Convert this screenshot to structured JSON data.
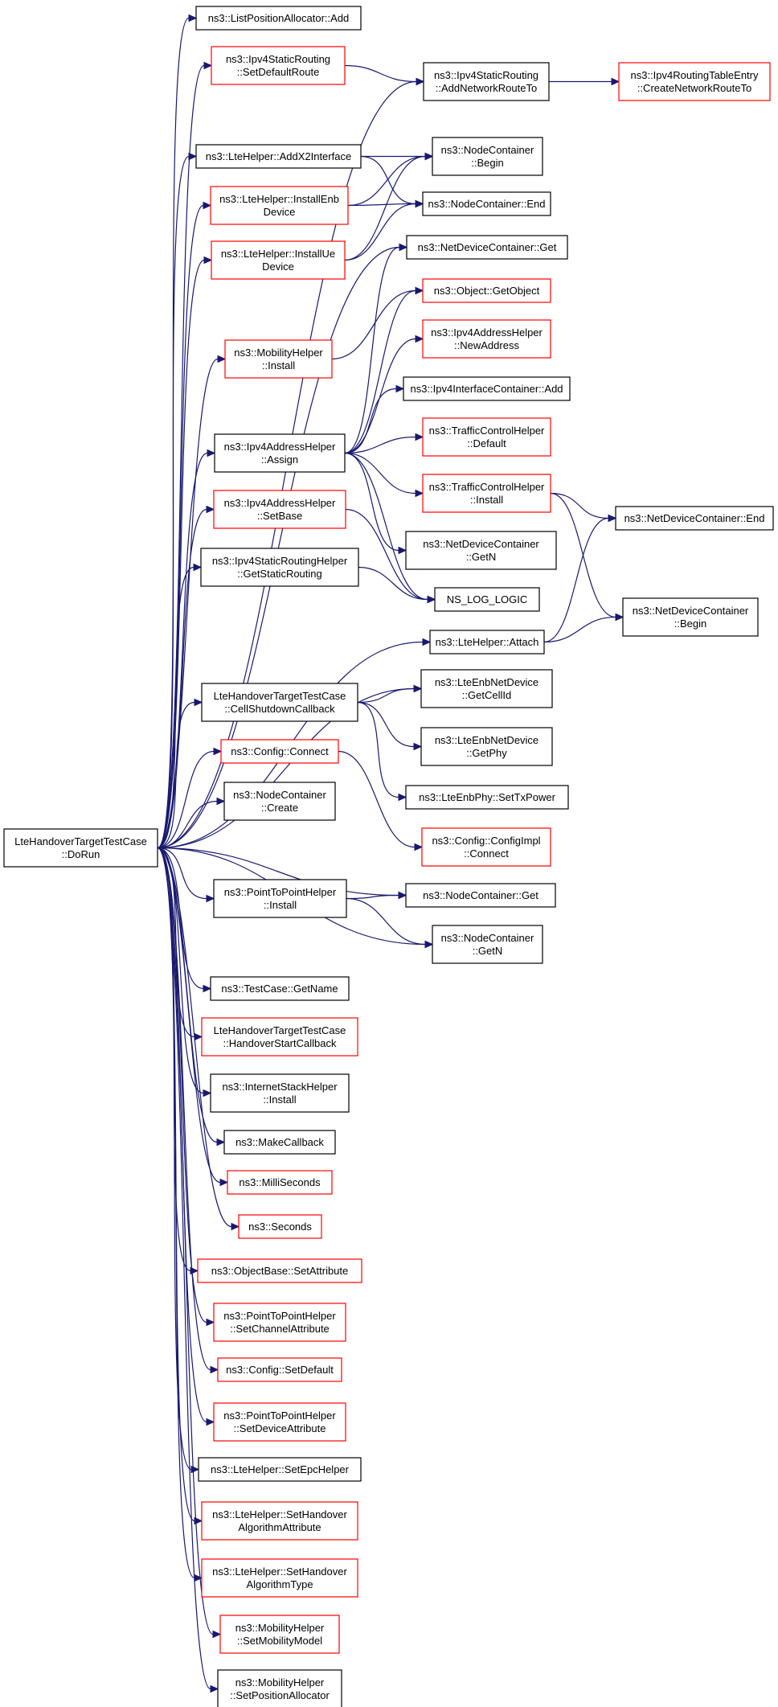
{
  "colors": {
    "edge": "#191970",
    "border_default": "#000000",
    "border_linked": "#ff0000",
    "root_fill": "#bfbfbf"
  },
  "nodes": [
    {
      "id": "root",
      "lines": [
        "LteHandoverTargetTestCase",
        "::DoRun"
      ],
      "style": "root"
    },
    {
      "id": "n1",
      "lines": [
        "ns3::ListPositionAllocator::Add"
      ],
      "style": "default"
    },
    {
      "id": "n2",
      "lines": [
        "ns3::Ipv4StaticRouting",
        "::SetDefaultRoute"
      ],
      "style": "linked"
    },
    {
      "id": "n3",
      "lines": [
        "ns3::Ipv4StaticRouting",
        "::AddNetworkRouteTo"
      ],
      "style": "default"
    },
    {
      "id": "n4",
      "lines": [
        "ns3::Ipv4RoutingTableEntry",
        "::CreateNetworkRouteTo"
      ],
      "style": "linked"
    },
    {
      "id": "n5",
      "lines": [
        "ns3::LteHelper::AddX2Interface"
      ],
      "style": "default"
    },
    {
      "id": "n6",
      "lines": [
        "ns3::NodeContainer",
        "::Begin"
      ],
      "style": "default"
    },
    {
      "id": "n7",
      "lines": [
        "ns3::LteHelper::InstallEnb",
        "Device"
      ],
      "style": "linked"
    },
    {
      "id": "n8",
      "lines": [
        "ns3::NodeContainer::End"
      ],
      "style": "default"
    },
    {
      "id": "n9",
      "lines": [
        "ns3::LteHelper::InstallUe",
        "Device"
      ],
      "style": "linked"
    },
    {
      "id": "n10",
      "lines": [
        "ns3::NetDeviceContainer::Get"
      ],
      "style": "default"
    },
    {
      "id": "n11",
      "lines": [
        "ns3::Object::GetObject"
      ],
      "style": "linked"
    },
    {
      "id": "n12",
      "lines": [
        "ns3::MobilityHelper",
        "::Install"
      ],
      "style": "linked"
    },
    {
      "id": "n13",
      "lines": [
        "ns3::Ipv4AddressHelper",
        "::NewAddress"
      ],
      "style": "linked"
    },
    {
      "id": "n14",
      "lines": [
        "ns3::Ipv4InterfaceContainer::Add"
      ],
      "style": "default"
    },
    {
      "id": "n15",
      "lines": [
        "ns3::Ipv4AddressHelper",
        "::Assign"
      ],
      "style": "default"
    },
    {
      "id": "n16",
      "lines": [
        "ns3::TrafficControlHelper",
        "::Default"
      ],
      "style": "linked"
    },
    {
      "id": "n17",
      "lines": [
        "ns3::TrafficControlHelper",
        "::Install"
      ],
      "style": "linked"
    },
    {
      "id": "n18",
      "lines": [
        "ns3::NetDeviceContainer::End"
      ],
      "style": "default"
    },
    {
      "id": "n19",
      "lines": [
        "ns3::Ipv4AddressHelper",
        "::SetBase"
      ],
      "style": "linked"
    },
    {
      "id": "n20",
      "lines": [
        "ns3::NetDeviceContainer",
        "::GetN"
      ],
      "style": "default"
    },
    {
      "id": "n21",
      "lines": [
        "ns3::Ipv4StaticRoutingHelper",
        "::GetStaticRouting"
      ],
      "style": "default"
    },
    {
      "id": "n22",
      "lines": [
        "NS_LOG_LOGIC"
      ],
      "style": "default"
    },
    {
      "id": "n23",
      "lines": [
        "ns3::NetDeviceContainer",
        "::Begin"
      ],
      "style": "default"
    },
    {
      "id": "n24",
      "lines": [
        "ns3::LteHelper::Attach"
      ],
      "style": "default"
    },
    {
      "id": "n25",
      "lines": [
        "LteHandoverTargetTestCase",
        "::CellShutdownCallback"
      ],
      "style": "default"
    },
    {
      "id": "n26",
      "lines": [
        "ns3::LteEnbNetDevice",
        "::GetCellId"
      ],
      "style": "default"
    },
    {
      "id": "n27",
      "lines": [
        "ns3::Config::Connect"
      ],
      "style": "linked"
    },
    {
      "id": "n28",
      "lines": [
        "ns3::LteEnbNetDevice",
        "::GetPhy"
      ],
      "style": "default"
    },
    {
      "id": "n29",
      "lines": [
        "ns3::LteEnbPhy::SetTxPower"
      ],
      "style": "default"
    },
    {
      "id": "n30",
      "lines": [
        "ns3::NodeContainer",
        "::Create"
      ],
      "style": "default"
    },
    {
      "id": "n31",
      "lines": [
        "ns3::Config::ConfigImpl",
        "::Connect"
      ],
      "style": "linked"
    },
    {
      "id": "n32",
      "lines": [
        "ns3::PointToPointHelper",
        "::Install"
      ],
      "style": "default"
    },
    {
      "id": "n33",
      "lines": [
        "ns3::NodeContainer::Get"
      ],
      "style": "default"
    },
    {
      "id": "n34",
      "lines": [
        "ns3::NodeContainer",
        "::GetN"
      ],
      "style": "default"
    },
    {
      "id": "n35",
      "lines": [
        "ns3::TestCase::GetName"
      ],
      "style": "default"
    },
    {
      "id": "n36",
      "lines": [
        "LteHandoverTargetTestCase",
        "::HandoverStartCallback"
      ],
      "style": "linked"
    },
    {
      "id": "n37",
      "lines": [
        "ns3::InternetStackHelper",
        "::Install"
      ],
      "style": "default"
    },
    {
      "id": "n38",
      "lines": [
        "ns3::MakeCallback"
      ],
      "style": "default"
    },
    {
      "id": "n39",
      "lines": [
        "ns3::MilliSeconds"
      ],
      "style": "linked"
    },
    {
      "id": "n40",
      "lines": [
        "ns3::Seconds"
      ],
      "style": "linked"
    },
    {
      "id": "n41",
      "lines": [
        "ns3::ObjectBase::SetAttribute"
      ],
      "style": "linked"
    },
    {
      "id": "n42",
      "lines": [
        "ns3::PointToPointHelper",
        "::SetChannelAttribute"
      ],
      "style": "linked"
    },
    {
      "id": "n43",
      "lines": [
        "ns3::Config::SetDefault"
      ],
      "style": "linked"
    },
    {
      "id": "n44",
      "lines": [
        "ns3::PointToPointHelper",
        "::SetDeviceAttribute"
      ],
      "style": "linked"
    },
    {
      "id": "n45",
      "lines": [
        "ns3::LteHelper::SetEpcHelper"
      ],
      "style": "default"
    },
    {
      "id": "n46",
      "lines": [
        "ns3::LteHelper::SetHandover",
        "AlgorithmAttribute"
      ],
      "style": "linked"
    },
    {
      "id": "n47",
      "lines": [
        "ns3::LteHelper::SetHandover",
        "AlgorithmType"
      ],
      "style": "linked"
    },
    {
      "id": "n48",
      "lines": [
        "ns3::MobilityHelper",
        "::SetMobilityModel"
      ],
      "style": "linked"
    },
    {
      "id": "n49",
      "lines": [
        "ns3::MobilityHelper",
        "::SetPositionAllocator"
      ],
      "style": "default"
    }
  ],
  "edges": [
    [
      "root",
      "n1"
    ],
    [
      "root",
      "n2"
    ],
    [
      "root",
      "n3"
    ],
    [
      "root",
      "n5"
    ],
    [
      "root",
      "n7"
    ],
    [
      "root",
      "n9"
    ],
    [
      "root",
      "n10"
    ],
    [
      "root",
      "n12"
    ],
    [
      "root",
      "n15"
    ],
    [
      "root",
      "n19"
    ],
    [
      "root",
      "n21"
    ],
    [
      "root",
      "n24"
    ],
    [
      "root",
      "n26"
    ],
    [
      "root",
      "n25"
    ],
    [
      "root",
      "n27"
    ],
    [
      "root",
      "n30"
    ],
    [
      "root",
      "n33"
    ],
    [
      "root",
      "n32"
    ],
    [
      "root",
      "n34"
    ],
    [
      "root",
      "n35"
    ],
    [
      "root",
      "n36"
    ],
    [
      "root",
      "n37"
    ],
    [
      "root",
      "n38"
    ],
    [
      "root",
      "n39"
    ],
    [
      "root",
      "n40"
    ],
    [
      "root",
      "n41"
    ],
    [
      "root",
      "n42"
    ],
    [
      "root",
      "n43"
    ],
    [
      "root",
      "n44"
    ],
    [
      "root",
      "n45"
    ],
    [
      "root",
      "n46"
    ],
    [
      "root",
      "n47"
    ],
    [
      "root",
      "n48"
    ],
    [
      "root",
      "n49"
    ],
    [
      "n2",
      "n3"
    ],
    [
      "n3",
      "n4"
    ],
    [
      "n5",
      "n6"
    ],
    [
      "n5",
      "n8"
    ],
    [
      "n7",
      "n6"
    ],
    [
      "n7",
      "n8"
    ],
    [
      "n9",
      "n6"
    ],
    [
      "n9",
      "n8"
    ],
    [
      "n12",
      "n11"
    ],
    [
      "n15",
      "n10"
    ],
    [
      "n15",
      "n11"
    ],
    [
      "n15",
      "n13"
    ],
    [
      "n15",
      "n14"
    ],
    [
      "n15",
      "n16"
    ],
    [
      "n15",
      "n17"
    ],
    [
      "n15",
      "n20"
    ],
    [
      "n15",
      "n22"
    ],
    [
      "n17",
      "n18"
    ],
    [
      "n17",
      "n23"
    ],
    [
      "n19",
      "n22"
    ],
    [
      "n21",
      "n22"
    ],
    [
      "n24",
      "n18"
    ],
    [
      "n24",
      "n23"
    ],
    [
      "n25",
      "n26"
    ],
    [
      "n25",
      "n28"
    ],
    [
      "n25",
      "n29"
    ],
    [
      "n27",
      "n31"
    ],
    [
      "n32",
      "n33"
    ],
    [
      "n32",
      "n34"
    ]
  ]
}
